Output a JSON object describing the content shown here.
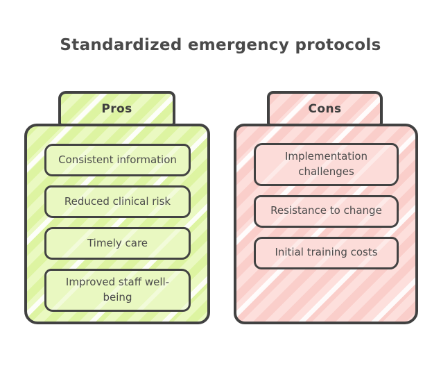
{
  "title": "Standardized emergency protocols",
  "pros": {
    "label": "Pros",
    "items": [
      "Consistent information",
      "Reduced clinical risk",
      "Timely care",
      "Improved staff well-being"
    ],
    "panel_fill": "#e2f6ab",
    "item_fill": "#e9f8c1"
  },
  "cons": {
    "label": "Cons",
    "items": [
      "Implementation challenges",
      "Resistance to change",
      "Initial training costs"
    ],
    "panel_fill": "#fcd6d3",
    "item_fill": "#fcdcd9"
  },
  "stroke_color": "#414141",
  "title_color": "#4a4a4a",
  "item_text_color": "#4b4b4b",
  "background_color": "#ffffff"
}
